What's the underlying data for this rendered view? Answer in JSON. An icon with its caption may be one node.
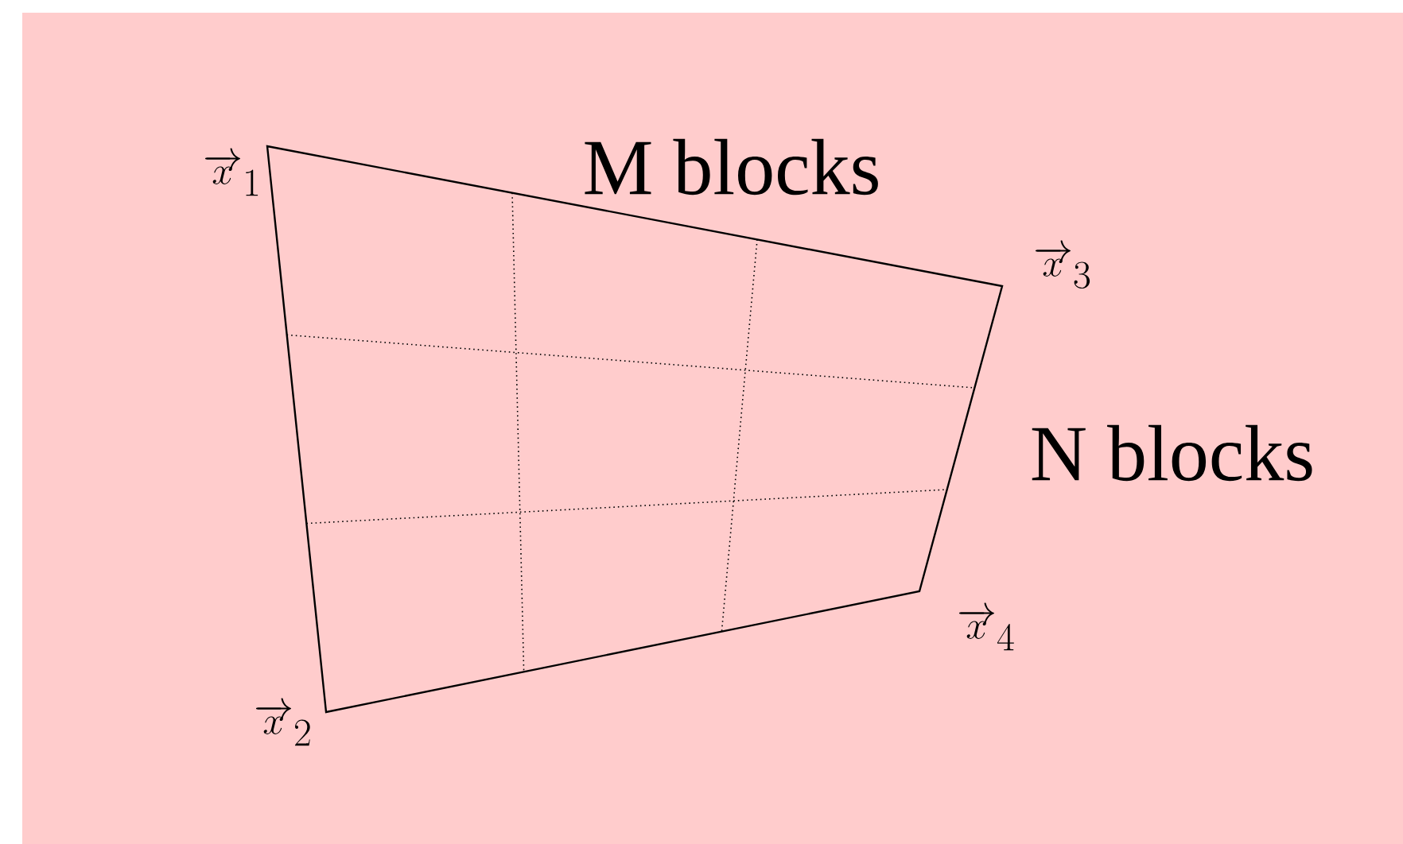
{
  "diagram": {
    "labels": [
      "\\overrightarrow{x}_1",
      "M blocks",
      "\\overrightarrow{x}_3",
      "N blocks",
      "\\overrightarrow{x}_4",
      "\\overrightarrow{x}_2"
    ]
  }
}
